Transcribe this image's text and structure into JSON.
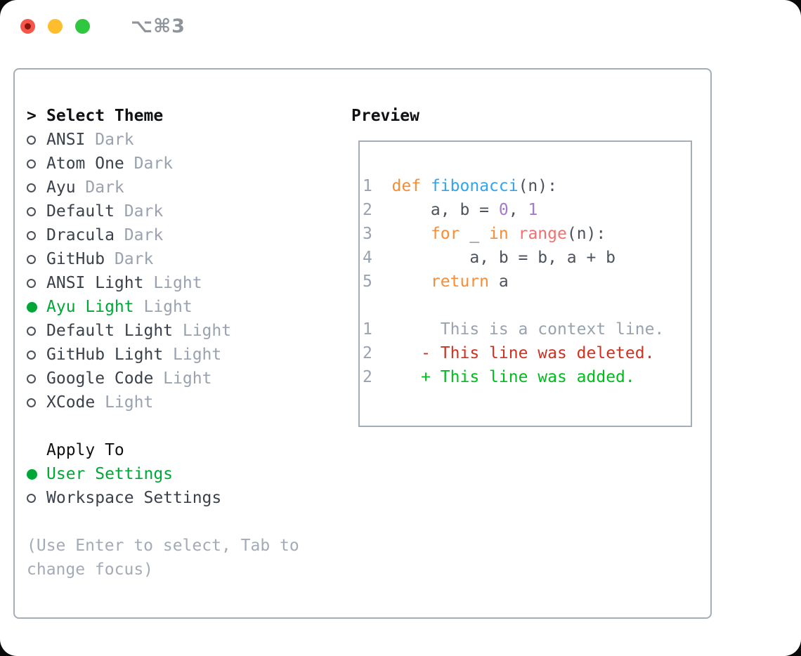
{
  "window": {
    "title_shortcut": "⌥⌘3",
    "controls": [
      "close",
      "minimize",
      "zoom"
    ]
  },
  "theme_list": {
    "header_prefix": ">",
    "header": "Select Theme",
    "items": [
      {
        "name": "ANSI",
        "variant": "Dark",
        "selected": false
      },
      {
        "name": "Atom One",
        "variant": "Dark",
        "selected": false
      },
      {
        "name": "Ayu",
        "variant": "Dark",
        "selected": false
      },
      {
        "name": "Default",
        "variant": "Dark",
        "selected": false
      },
      {
        "name": "Dracula",
        "variant": "Dark",
        "selected": false
      },
      {
        "name": "GitHub",
        "variant": "Dark",
        "selected": false
      },
      {
        "name": "ANSI Light",
        "variant": "Light",
        "selected": false
      },
      {
        "name": "Ayu Light",
        "variant": "Light",
        "selected": true
      },
      {
        "name": "Default Light",
        "variant": "Light",
        "selected": false
      },
      {
        "name": "GitHub Light",
        "variant": "Light",
        "selected": false
      },
      {
        "name": "Google Code",
        "variant": "Light",
        "selected": false
      },
      {
        "name": "XCode",
        "variant": "Light",
        "selected": false
      }
    ]
  },
  "apply_to": {
    "header": "Apply To",
    "options": [
      {
        "label": "User Settings",
        "selected": true
      },
      {
        "label": "Workspace Settings",
        "selected": false
      }
    ]
  },
  "help_text": [
    "(Use Enter to select, Tab to",
    "change focus)"
  ],
  "preview": {
    "header": "Preview",
    "code_lines": [
      {
        "segs": [
          [
            "1  ",
            "num"
          ],
          [
            "def",
            "kw"
          ],
          [
            " ",
            "code"
          ],
          [
            "fibonacci",
            "fn"
          ],
          [
            "(n):",
            "code"
          ]
        ]
      },
      {
        "segs": [
          [
            "2  ",
            "num"
          ],
          [
            "    a, b = ",
            "code"
          ],
          [
            "0",
            "numlit"
          ],
          [
            ", ",
            "code"
          ],
          [
            "1",
            "numlit"
          ]
        ]
      },
      {
        "segs": [
          [
            "3  ",
            "num"
          ],
          [
            "    ",
            "code"
          ],
          [
            "for",
            "kw"
          ],
          [
            " _ ",
            "code"
          ],
          [
            "in",
            "kw"
          ],
          [
            " ",
            "code"
          ],
          [
            "range",
            "rng"
          ],
          [
            "(n):",
            "code"
          ]
        ]
      },
      {
        "segs": [
          [
            "4  ",
            "num"
          ],
          [
            "        a, b = b, a + b",
            "code"
          ]
        ]
      },
      {
        "segs": [
          [
            "5  ",
            "num"
          ],
          [
            "    ",
            "code"
          ],
          [
            "return",
            "kw"
          ],
          [
            " a",
            "code"
          ]
        ]
      },
      {
        "segs": []
      },
      {
        "segs": [
          [
            "1  ",
            "num"
          ],
          [
            "     This is a context line.",
            "ctx"
          ]
        ]
      },
      {
        "segs": [
          [
            "2  ",
            "num"
          ],
          [
            "   ",
            "code"
          ],
          [
            "- This line was deleted.",
            "del"
          ]
        ]
      },
      {
        "segs": [
          [
            "2  ",
            "num"
          ],
          [
            "   ",
            "code"
          ],
          [
            "+ This line was added.",
            "add"
          ]
        ]
      }
    ]
  },
  "colors": {
    "accent_green": "#00A737",
    "added_green": "#00BD1E",
    "deleted_red": "#CD3222",
    "keyword_orange": "#F88D37",
    "function_blue": "#36A3E9",
    "number_purple": "#A37ACC",
    "range_red": "#F07171",
    "code_text": "#4D535C",
    "muted_gray": "#99A2AE",
    "help_gray": "#A3ABB6",
    "text_dark": "#3A414B",
    "heading_black": "#101114",
    "panel_border": "#A5ADB8",
    "radio_ring": "#4A515B",
    "traffic_red": "#F4564A",
    "traffic_red_dot": "#8C150B",
    "traffic_yellow": "#FDBD2D",
    "traffic_green": "#2EC73F",
    "title_gray": "#8E949C"
  }
}
